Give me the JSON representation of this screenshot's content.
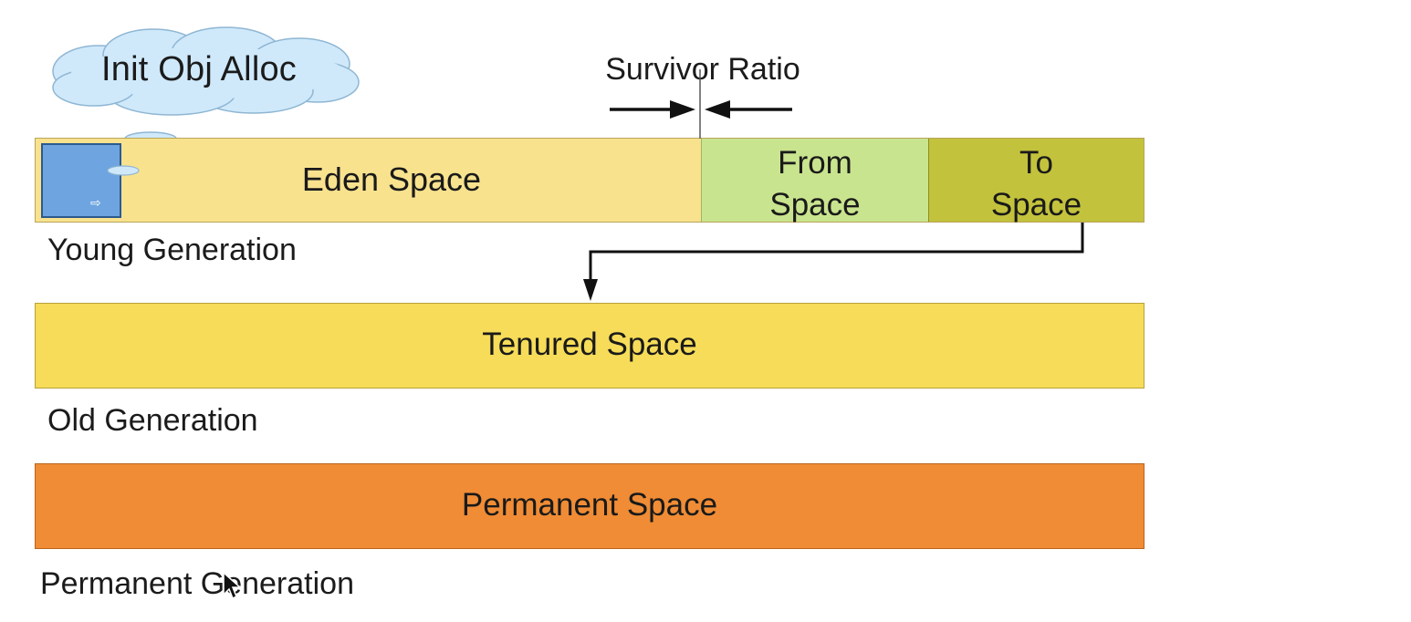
{
  "cloud": {
    "label": "Init Obj Alloc"
  },
  "survivor": {
    "label": "Survivor Ratio"
  },
  "young": {
    "eden_label": "Eden Space",
    "from_line1": "From",
    "from_line2": "Space",
    "to_line1": "To",
    "to_line2": "Space",
    "generation_label": "Young Generation"
  },
  "old": {
    "tenured_label": "Tenured Space",
    "generation_label": "Old Generation"
  },
  "permanent": {
    "space_label": "Permanent Space",
    "generation_label": "Permanent Generation"
  },
  "colors": {
    "eden": "#f8e28e",
    "from_space": "#c9e48e",
    "to_space": "#c3c23c",
    "tenured": "#f6dc58",
    "permanent": "#f08c35",
    "alloc_box": "#6ea4e0",
    "cloud": "#cfe9fb"
  },
  "icons": {
    "alloc": "allocated-object-icon",
    "cursor": "mouse-pointer-icon"
  }
}
